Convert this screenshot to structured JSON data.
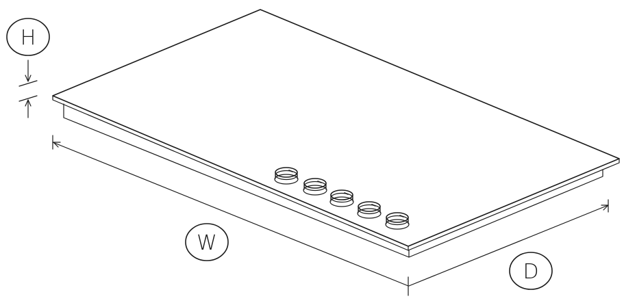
{
  "diagram": {
    "labels": {
      "height": "H",
      "width": "W",
      "depth": "D"
    },
    "knob_count": 5,
    "colors": {
      "stroke": "#1a1a1a",
      "background": "#ffffff"
    }
  }
}
